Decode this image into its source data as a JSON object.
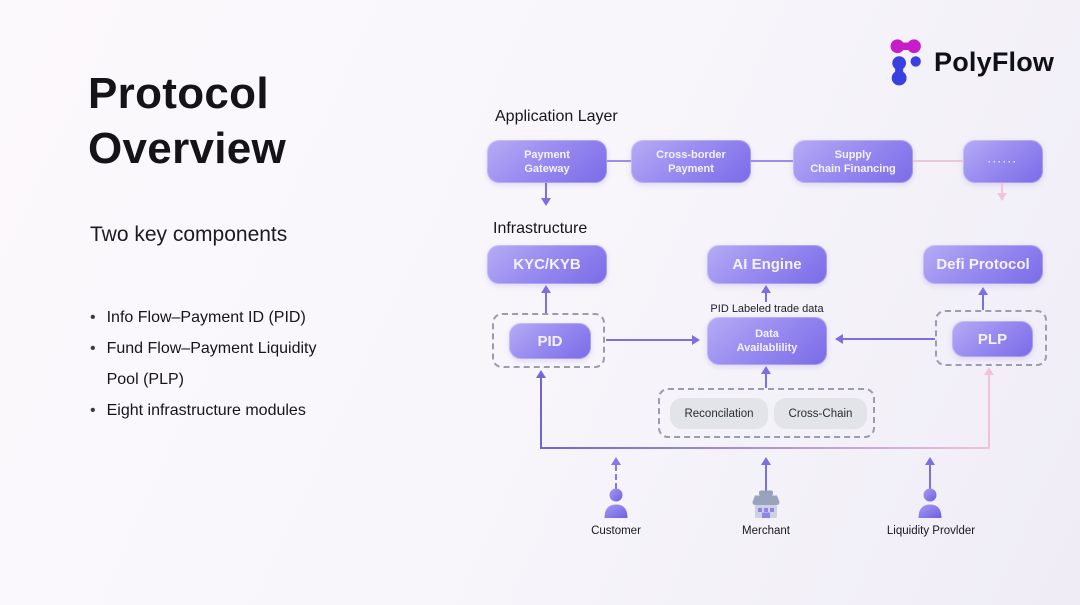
{
  "brand": {
    "name": "PolyFlow"
  },
  "heading": {
    "title": "Protocol\nOverview",
    "subtitle": "Two key components"
  },
  "list": {
    "bullet_char": "•",
    "items": [
      "Info Flow–Payment ID (PID)",
      "Fund Flow–Payment Liquidity\nPool (PLP)",
      "Eight infrastructure modules"
    ]
  },
  "diagram": {
    "application_layer": {
      "label": "Application Layer",
      "boxes": [
        "Payment\nGateway",
        "Cross-border\nPayment",
        "Supply\nChain Financing",
        "······"
      ]
    },
    "infrastructure": {
      "label": "Infrastructure",
      "kyc": "KYC/KYB",
      "ai_engine": "AI Engine",
      "defi": "Defi Protocol"
    },
    "flow": {
      "pid": "PID",
      "data_annotation": "PID Labeled trade data",
      "data_availability": "Data\nAvailablility",
      "plp": "PLP"
    },
    "modules": [
      "Reconcilation",
      "Cross-Chain"
    ],
    "actors": [
      "Customer",
      "Merchant",
      "Liquidity Provlder"
    ]
  },
  "colors": {
    "box_gradient_start": "#b6acf5",
    "box_gradient_end": "#7a6be8",
    "arrow_purple": "#7c6fe2",
    "arrow_pink": "#f2c4dc",
    "logo_magenta": "#c81ccb",
    "logo_blue": "#3a3fe0"
  }
}
